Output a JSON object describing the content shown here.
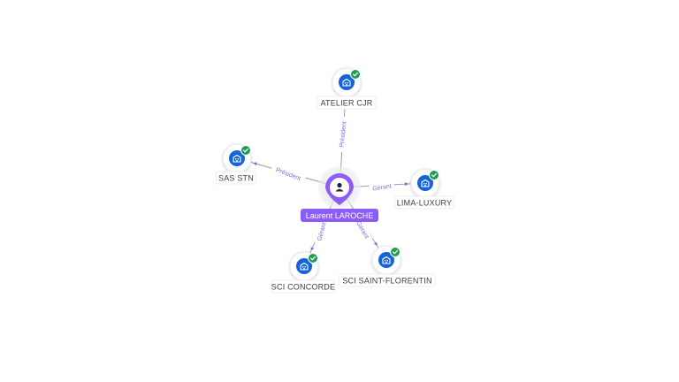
{
  "graph": {
    "center": {
      "label": "Laurent LAROCHE",
      "icon": "person-icon",
      "accent_color": "#8b5cf6"
    },
    "colors": {
      "company_icon": "#1463d9",
      "check_badge": "#1f9d55",
      "edge_label": "#7c6cd9",
      "edge_line": "#9aa0aa"
    },
    "nodes": [
      {
        "id": "atelier-cjr",
        "label": "ATELIER CJR",
        "icon": "building-icon",
        "verified": true,
        "relation": "Président"
      },
      {
        "id": "sas-stn",
        "label": "SAS STN",
        "icon": "building-icon",
        "verified": true,
        "relation": "Président"
      },
      {
        "id": "lima-luxury",
        "label": "LIMA-LUXURY",
        "icon": "building-icon",
        "verified": true,
        "relation": "Gérant"
      },
      {
        "id": "sci-concorde",
        "label": "SCI CONCORDE",
        "icon": "building-icon",
        "verified": true,
        "relation": "Gérant"
      },
      {
        "id": "sci-saint-florentin",
        "label": "SCI SAINT-FLORENTIN",
        "icon": "building-icon",
        "verified": true,
        "relation": "Gérant"
      }
    ]
  }
}
